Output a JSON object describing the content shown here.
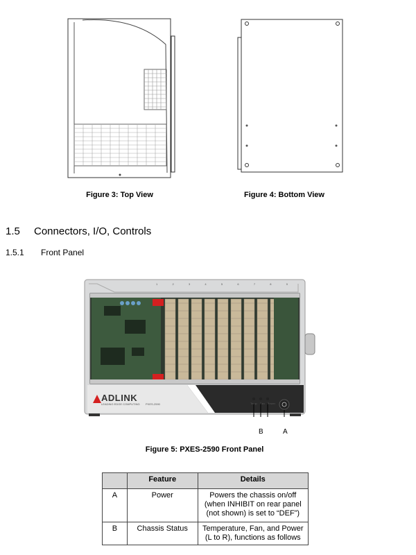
{
  "figures": {
    "top_view_caption": "Figure 3: Top View",
    "bottom_view_caption": "Figure 4: Bottom View",
    "front_panel_caption": "Figure 5: PXES-2590 Front Panel"
  },
  "section": {
    "number": "1.5",
    "title": "Connectors, I/O, Controls"
  },
  "subsection": {
    "number": "1.5.1",
    "title": "Front Panel"
  },
  "photo": {
    "brand": "ADLINK",
    "tagline": "LEADING EDGE COMPUTING",
    "model": "PXES-2590",
    "slot_numbers": [
      "1",
      "2",
      "3",
      "4",
      "5",
      "6",
      "7",
      "8",
      "9"
    ],
    "led_labels": [
      "Temp",
      "Fan",
      "Power"
    ],
    "callout_b": "B",
    "callout_a": "A",
    "accent_color": "#d42020"
  },
  "table": {
    "headers": [
      "",
      "Feature",
      "Details"
    ],
    "rows": [
      {
        "id": "A",
        "feature": "Power",
        "details": "Powers the chassis on/off (when INHIBIT on rear panel (not shown) is set to “DEF”)"
      },
      {
        "id": "B",
        "feature": "Chassis Status",
        "details": "Temperature, Fan, and Power (L to R), functions as follows"
      }
    ]
  }
}
